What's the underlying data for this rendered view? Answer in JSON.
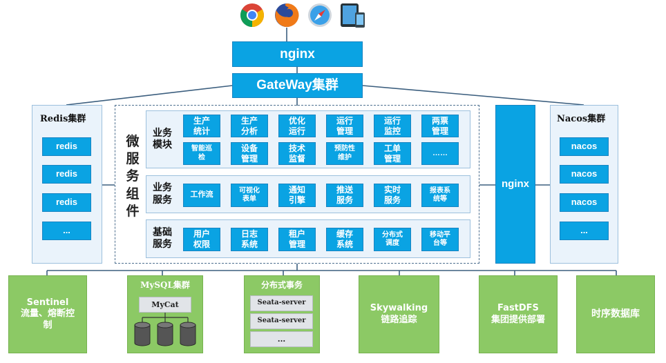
{
  "browsers": [
    {
      "icon": "chrome-icon"
    },
    {
      "icon": "firefox-icon"
    },
    {
      "icon": "safari-icon"
    },
    {
      "icon": "mobile-devices-icon"
    }
  ],
  "top": {
    "nginx": "nginx",
    "gateway": "GateWay集群"
  },
  "redis": {
    "title": "Redis集群",
    "items": [
      "redis",
      "redis",
      "redis",
      "..."
    ]
  },
  "nacos": {
    "title": "Nacos集群",
    "items": [
      "nacos",
      "nacos",
      "nacos",
      "..."
    ]
  },
  "right_nginx": "nginx",
  "micro": {
    "label": "微\n服\n务\n组\n件",
    "business": {
      "label": "业务\n模块",
      "row1": [
        "生产\n统计",
        "生产\n分析",
        "优化\n运行",
        "运行\n管理",
        "运行\n监控",
        "两票\n管理"
      ],
      "row2": [
        "智能巡\n检",
        "设备\n管理",
        "技术\n监督",
        "预防性\n维护",
        "工单\n管理",
        "……"
      ]
    },
    "service": {
      "label": "业务\n服务",
      "items": [
        "工作流",
        "可视化\n表单",
        "通知\n引擎",
        "推送\n服务",
        "实时\n服务",
        "报表系\n统等"
      ]
    },
    "base": {
      "label": "基础\n服务",
      "items": [
        "用户\n权限",
        "日志\n系统",
        "租户\n管理",
        "缓存\n系统",
        "分布式\n调度",
        "移动平\n台等"
      ]
    }
  },
  "bottom": {
    "sentinel": "Sentinel\n流量、熔断控\n制",
    "mysql": {
      "title": "MySQL集群",
      "mycat": "MyCat"
    },
    "dist": {
      "title": "分布式事务",
      "items": [
        "Seata-server",
        "Seata-server",
        "..."
      ]
    },
    "skywalking": "Skywalking\n链路追踪",
    "fastdfs": "FastDFS\n集团提供部署",
    "tsdb": "时序数据库"
  },
  "colors": {
    "blue": "#0aa3e3",
    "green": "#8cc965",
    "panel": "#eaf3fb",
    "line": "#3b5e7e"
  }
}
